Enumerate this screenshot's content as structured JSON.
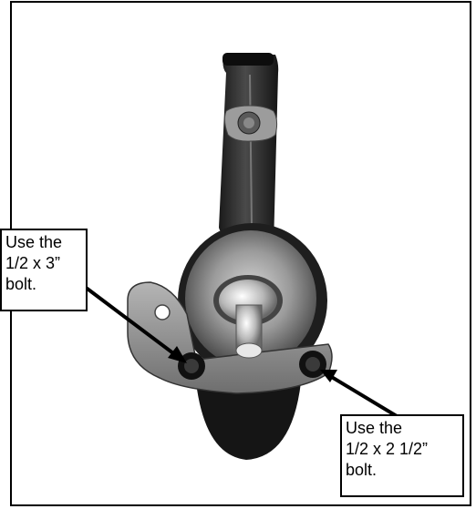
{
  "callouts": {
    "left": {
      "lines": [
        "Use the",
        "1/2 x 3”",
        "bolt."
      ]
    },
    "right": {
      "lines": [
        "Use the",
        "1/2 x 2 1/2”",
        "bolt."
      ]
    }
  },
  "colors": {
    "border": "#000000",
    "background": "#ffffff"
  }
}
